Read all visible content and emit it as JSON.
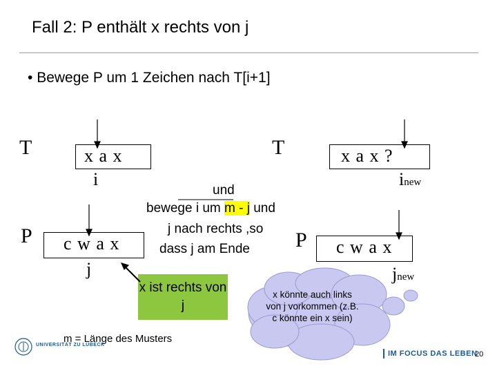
{
  "slide": {
    "title": "Fall 2: P enthält x rechts von j",
    "bullet": "Bewege P um 1 Zeichen nach T[i+1]",
    "page_number": "20"
  },
  "left": {
    "t_label": "T",
    "t_cells": "x a x",
    "i_label": "i",
    "p_label": "P",
    "p_cells": "c w a x",
    "j_label": "j"
  },
  "right": {
    "t_label": "T",
    "t_cells": "x a x ?",
    "i_label": "i",
    "i_sub": "new",
    "p_label": "P",
    "p_cells": "c w a x",
    "j_label": "j",
    "j_sub": "new"
  },
  "center": {
    "line1": "und",
    "line2_pre": "bewege i um ",
    "line2_hl": "m - j",
    "line2_post": " und",
    "line3": "j nach rechts ,so",
    "line4": "dass j am Ende",
    "green_box": "x ist rechts von j",
    "note": "m = Länge des Musters"
  },
  "cloud": {
    "text": "x könnte auch links von j vorkommen (z.B. c könnte ein x sein)",
    "color": "#c8c8f0"
  },
  "footer": {
    "university": "UNIVERSITÄT ZU LÜBECK",
    "motto": "IM FOCUS DAS LEBEN",
    "accent": "#1d5a96"
  }
}
